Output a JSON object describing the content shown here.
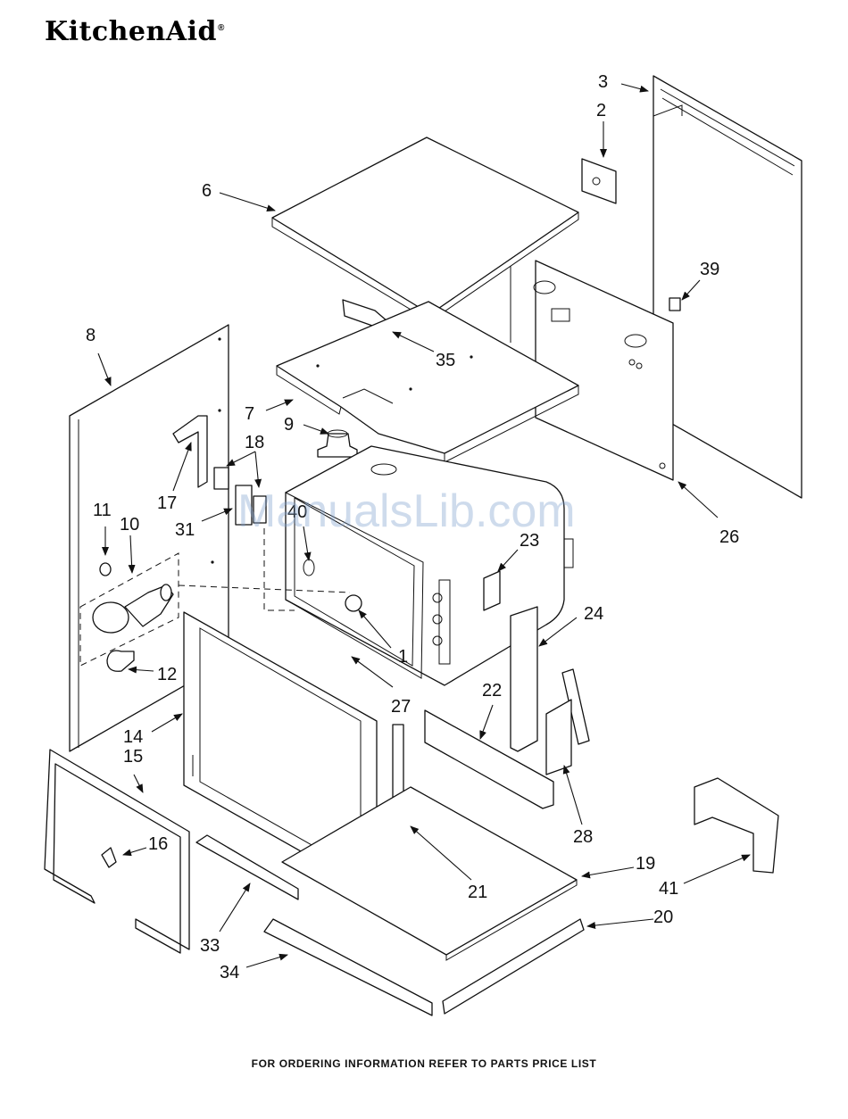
{
  "brand": {
    "logo_text": "KitchenAid",
    "registered_mark": "®"
  },
  "watermark": "ManualsLib.com",
  "footer_note": "FOR ORDERING INFORMATION REFER TO PARTS PRICE LIST",
  "callouts": {
    "c1": "1",
    "c2": "2",
    "c3": "3",
    "c6": "6",
    "c7": "7",
    "c8": "8",
    "c9": "9",
    "c10": "10",
    "c11": "11",
    "c12": "12",
    "c14": "14",
    "c15": "15",
    "c16": "16",
    "c17": "17",
    "c18": "18",
    "c19": "19",
    "c20": "20",
    "c21": "21",
    "c22": "22",
    "c23": "23",
    "c24": "24",
    "c26": "26",
    "c27": "27",
    "c28": "28",
    "c31": "31",
    "c33": "33",
    "c34": "34",
    "c35": "35",
    "c39": "39",
    "c40": "40",
    "c41": "41"
  },
  "icons": [
    "arrowhead",
    "bolt",
    "lamp-bulb",
    "hinge"
  ],
  "colors": {
    "line": "#111111",
    "background": "#ffffff",
    "watermark": "#7da0cd"
  }
}
